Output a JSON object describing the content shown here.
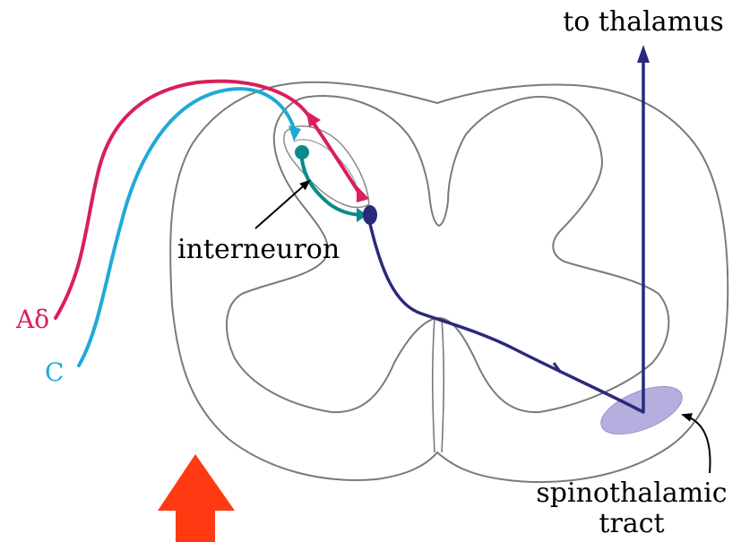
{
  "labels": {
    "to_thalamus": "to thalamus",
    "interneuron": "interneuron",
    "a_delta": "Aδ",
    "c_fiber": "C",
    "tract_line1": "spinothalamic",
    "tract_line2": "tract"
  },
  "colors": {
    "a_delta": "#d81f5c",
    "c_fiber": "#1eaad6",
    "interneuron": "#0a8a8a",
    "projection": "#2a2a7a",
    "tract_fill": "#b7aee0",
    "arrow": "#ff3a12",
    "outline": "#7a7a7a"
  }
}
